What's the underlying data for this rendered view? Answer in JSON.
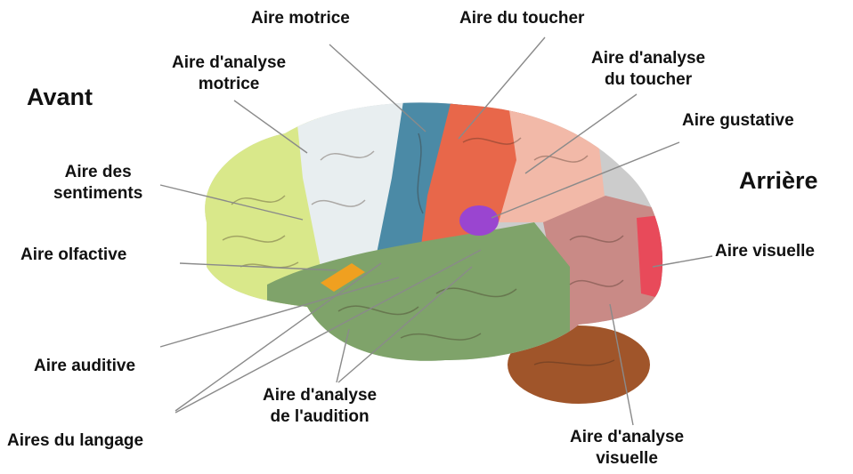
{
  "orientation": {
    "front": "Avant",
    "back": "Arrière"
  },
  "labels": {
    "motor": "Aire motrice",
    "touch": "Aire du toucher",
    "motor_analysis": [
      "Aire d'analyse",
      "motrice"
    ],
    "touch_analysis": [
      "Aire d'analyse",
      "du toucher"
    ],
    "gustatory": "Aire gustative",
    "emotions": [
      "Aire des",
      "sentiments"
    ],
    "olfactory": "Aire olfactive",
    "visual": "Aire visuelle",
    "auditory": "Aire auditive",
    "hearing_analysis": [
      "Aire d'analyse",
      "de l'audition"
    ],
    "language": "Aires du langage",
    "visual_analysis": [
      "Aire d'analyse",
      "visuelle"
    ]
  },
  "region_colors": {
    "frontal_emotions": "#d9e88a",
    "premotor_analysis": "#e8eef0",
    "motor": "#4b8aa6",
    "touch": "#e8674a",
    "touch_analysis": "#f2b9a8",
    "temporal_auditory": "#7fa36a",
    "occipital_visual_analysis": "#c98a86",
    "visual": "#e84a5a",
    "olfactory": "#f0a020",
    "gustatory": "#9a45d0",
    "cerebellum": "#a0552a"
  }
}
